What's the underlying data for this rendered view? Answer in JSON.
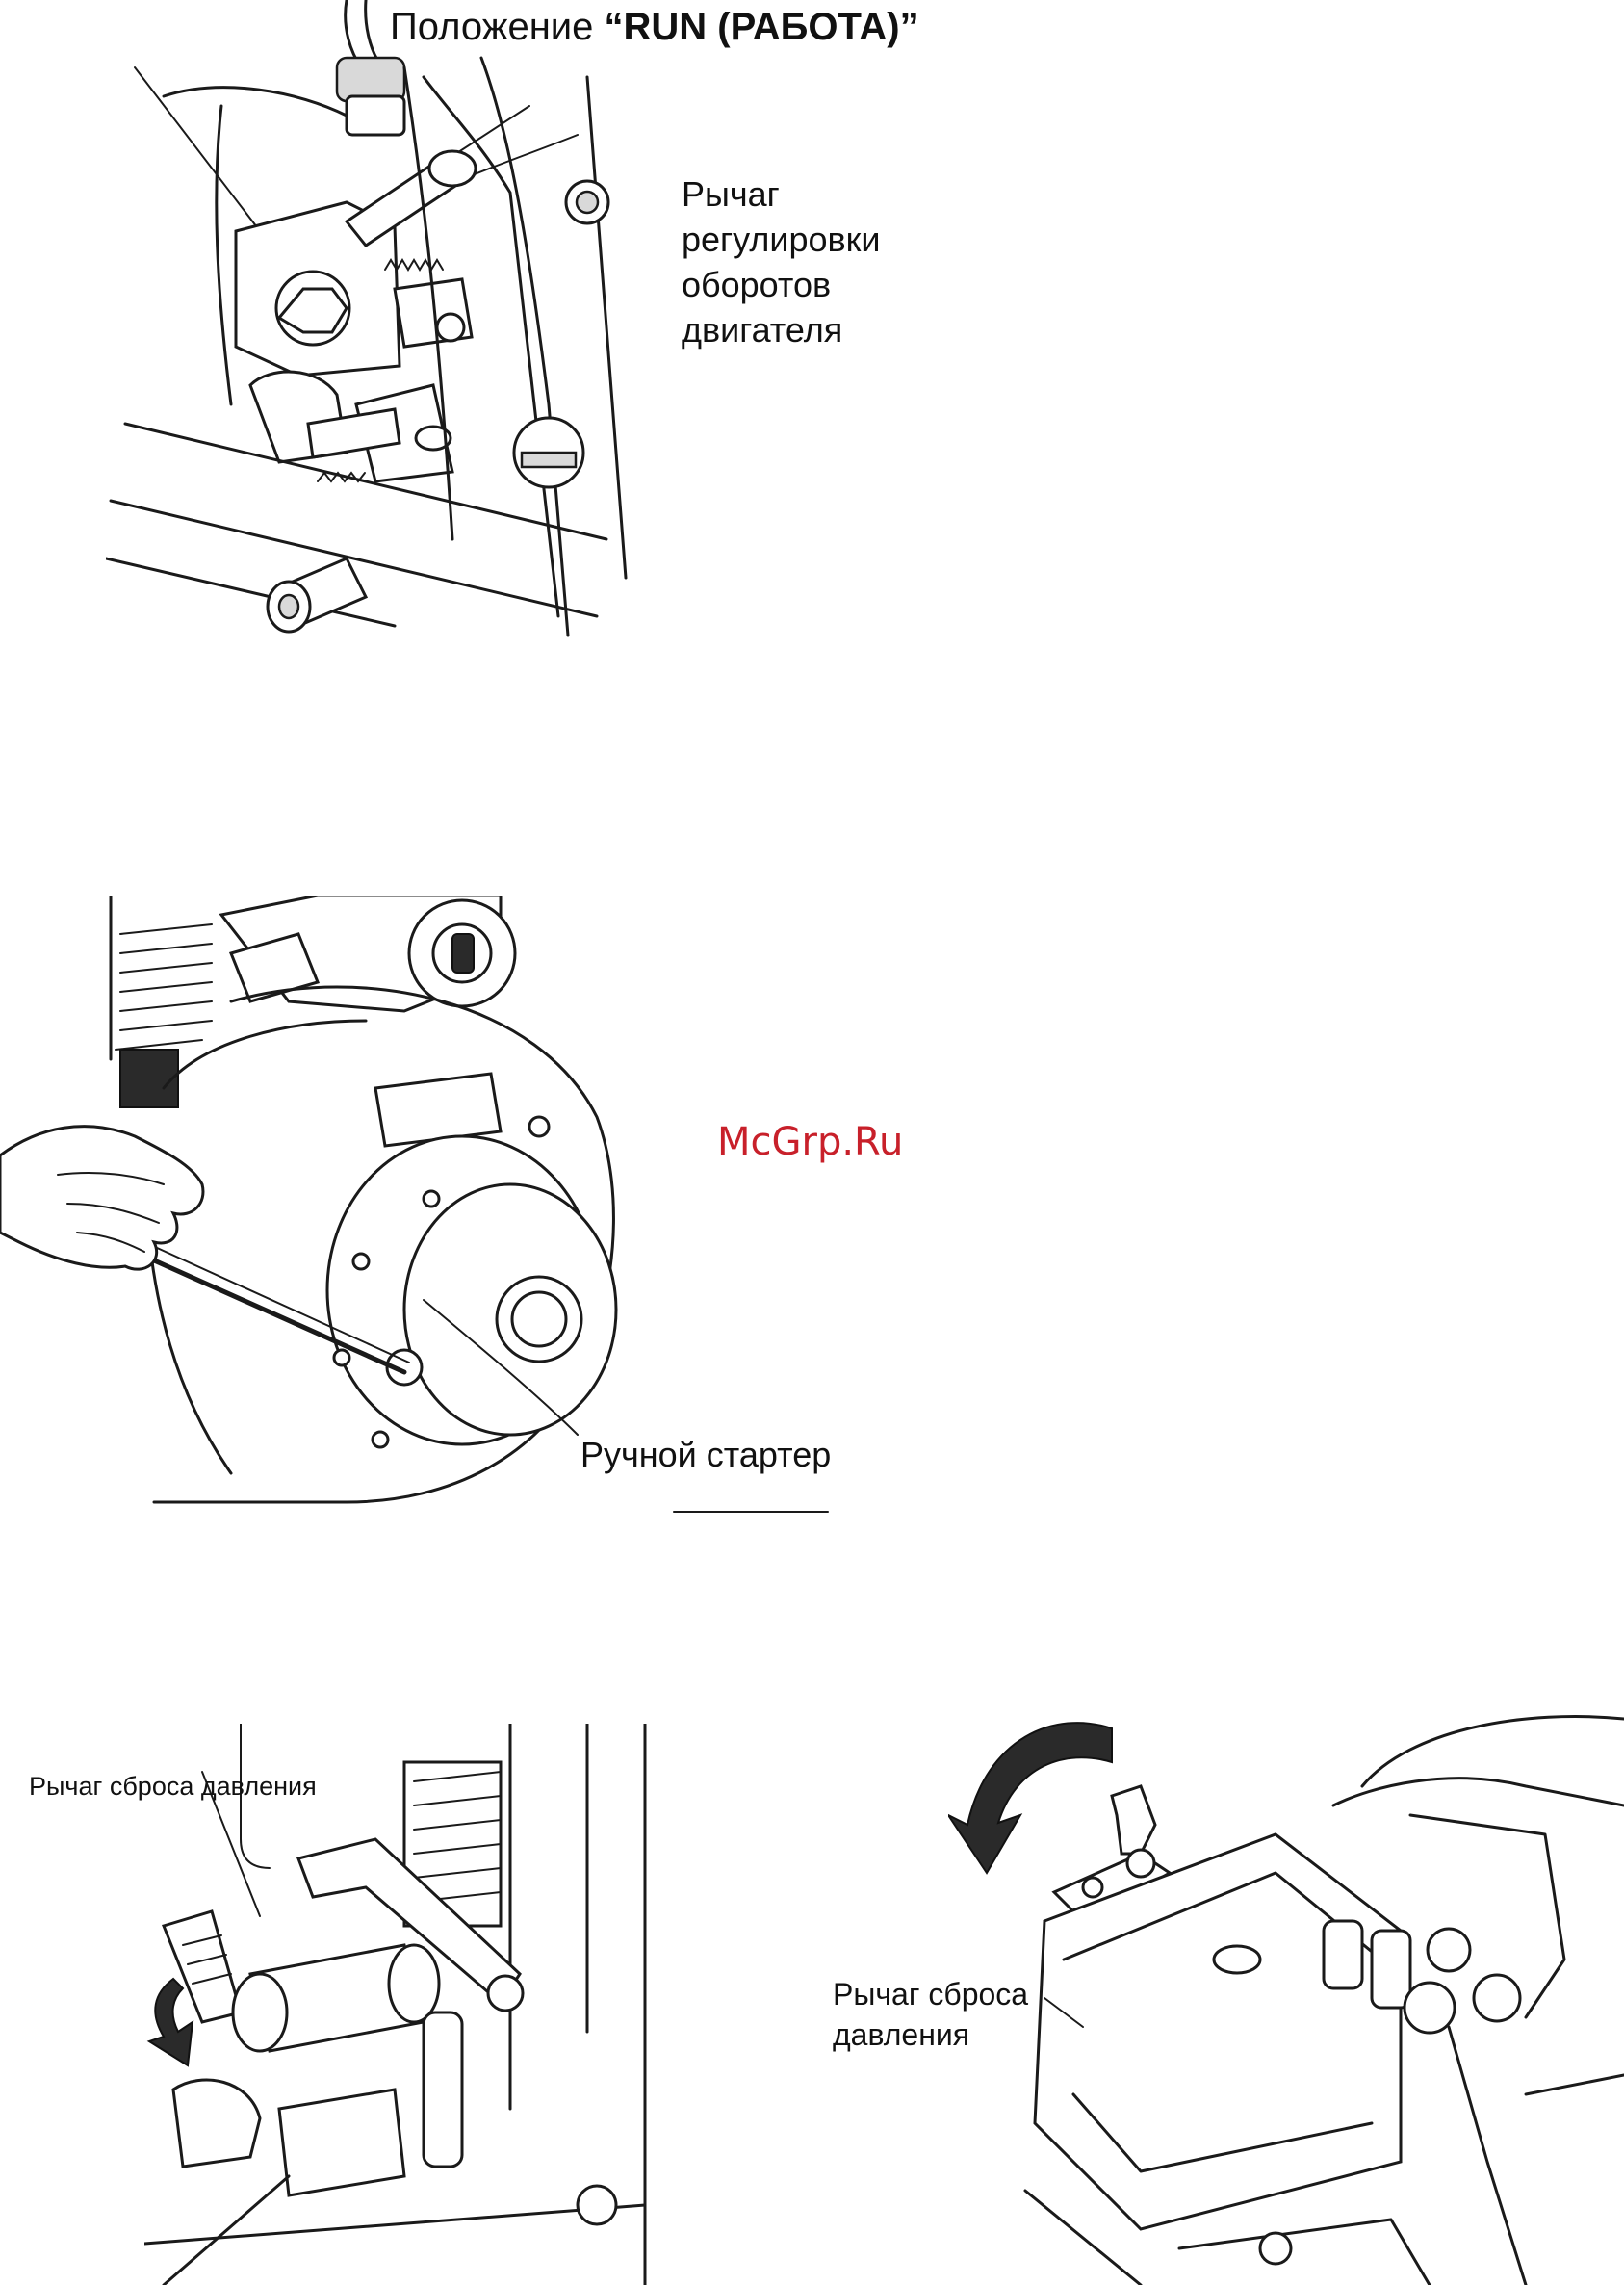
{
  "figure1": {
    "label_position_prefix": "Положение ",
    "label_position_value": "“RUN (РАБОТА)”",
    "label_lever_lines": [
      "Рычаг",
      "регулировки",
      "оборотов",
      "двигателя"
    ]
  },
  "figure2": {
    "label_starter": "Ручной стартер"
  },
  "watermark": "McGrp.Ru",
  "figure3": {
    "label_decompression": "Рычаг сброса давления"
  },
  "figure4": {
    "label_decompression_lines": [
      "Рычаг сброса",
      "давления"
    ]
  }
}
